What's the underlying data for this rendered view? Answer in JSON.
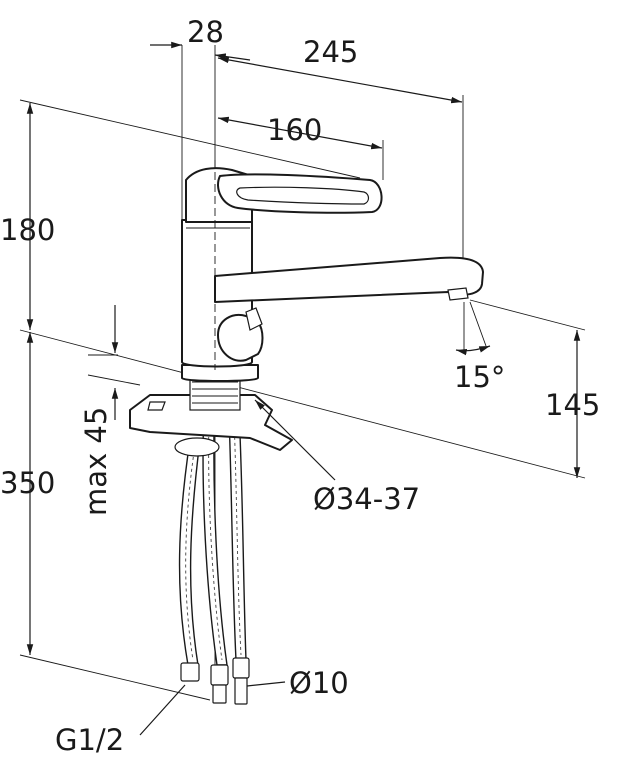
{
  "dimensions": {
    "top_width": "28",
    "reach": "245",
    "handle_reach": "160",
    "height_above_deck": "180",
    "spout_height": "145",
    "hose_length": "350",
    "deck_thickness": "max 45",
    "hole_diameter": "Ø34-37",
    "swivel_angle": "15°",
    "hose_diameter": "Ø10",
    "thread": "G1/2"
  }
}
